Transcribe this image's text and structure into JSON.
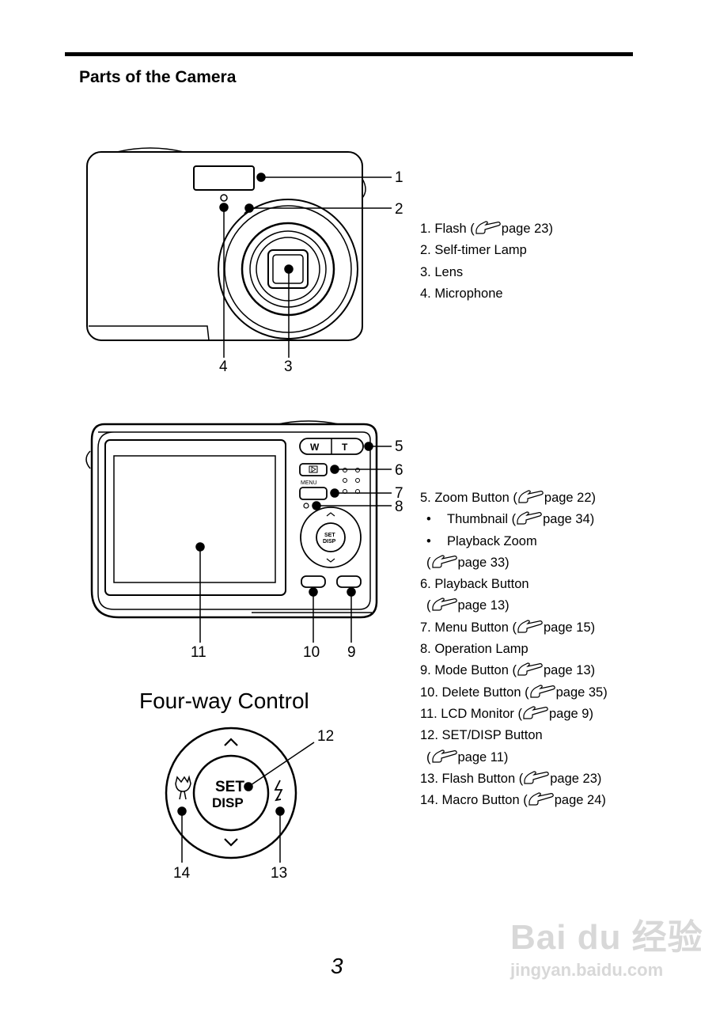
{
  "heading": "Parts of the Camera",
  "page_number": "3",
  "front_callouts": [
    "1",
    "2",
    "3",
    "4"
  ],
  "front_parts": [
    {
      "num": "1.",
      "label": "Flash (",
      "page": "page 23)"
    },
    {
      "num": "2.",
      "label": "Self-timer Lamp",
      "page": ""
    },
    {
      "num": "3.",
      "label": "Lens",
      "page": ""
    },
    {
      "num": "4.",
      "label": "Microphone",
      "page": ""
    }
  ],
  "back_callouts": [
    "5",
    "6",
    "7",
    "8",
    "9",
    "10",
    "11"
  ],
  "back_button_labels": {
    "wide": "W",
    "tele": "T",
    "menu": "MENU",
    "set": "SET",
    "disp": "DISP"
  },
  "four_way_title": "Four-way Control",
  "four_way_callouts": [
    "12",
    "13",
    "14"
  ],
  "back_parts": {
    "zoom": {
      "label": "5. Zoom Button (",
      "page": "page 22)"
    },
    "thumbnail": {
      "bullet": "•",
      "label": "Thumbnail (",
      "page": "page 34)"
    },
    "playback_zoom": {
      "bullet": "•",
      "label": "Playback Zoom"
    },
    "playback_zoom_page": {
      "label": "(",
      "page": "page 33)"
    },
    "playback": {
      "label": "6. Playback Button"
    },
    "playback_page": {
      "label": "(",
      "page": "page 13)"
    },
    "menu": {
      "label": "7. Menu Button (",
      "page": "page 15)"
    },
    "operation": {
      "label": "8. Operation Lamp"
    },
    "mode": {
      "label": "9. Mode Button (",
      "page": "page 13)"
    },
    "delete": {
      "label": "10. Delete Button (",
      "page": "page 35)"
    },
    "lcd": {
      "label": "11. LCD Monitor (",
      "page": "page 9)"
    },
    "setdisp": {
      "label": "12. SET/DISP Button"
    },
    "setdisp_page": {
      "label": "(",
      "page": "page 11)"
    },
    "flash": {
      "label": "13. Flash Button (",
      "page": "page 23)"
    },
    "macro": {
      "label": "14. Macro Button (",
      "page": "page 24)"
    }
  },
  "watermark": {
    "logo": "Bai du 经验",
    "url": "jingyan.baidu.com"
  }
}
